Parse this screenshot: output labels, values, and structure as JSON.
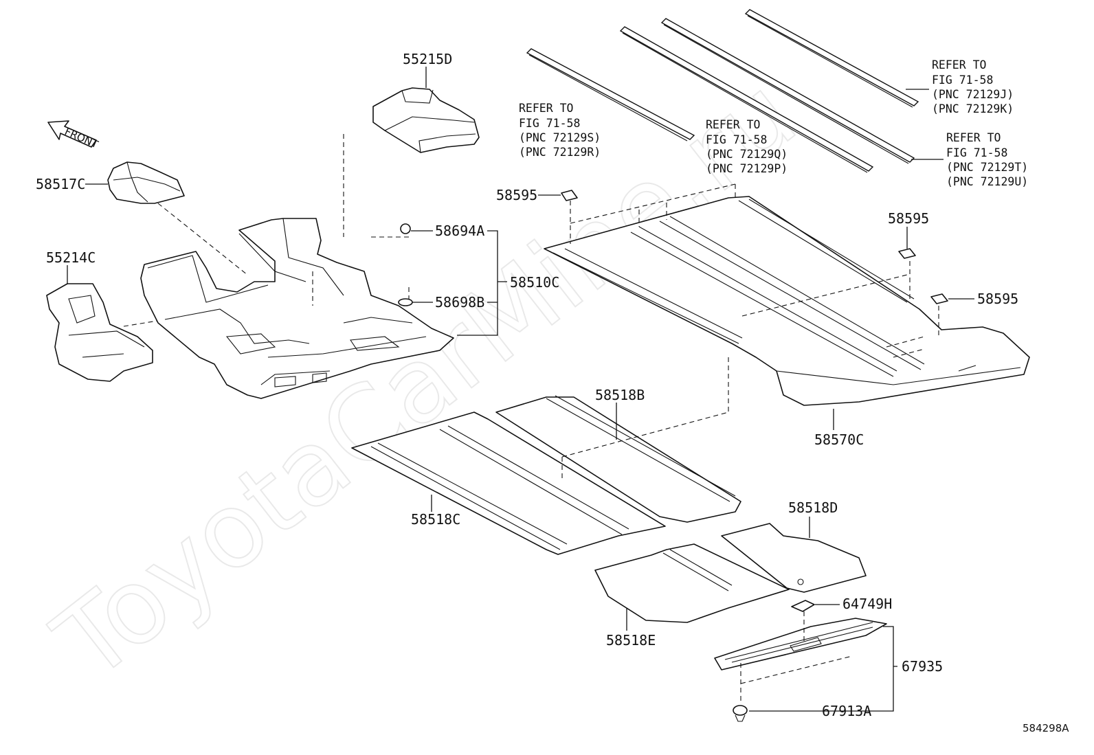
{
  "watermark": "ToyotaCarMine.ru",
  "front_label": "FRONT",
  "figure_id": "584298A",
  "parts": {
    "p55215D": "55215D",
    "p58517C": "58517C",
    "p55214C": "55214C",
    "p58694A": "58694A",
    "p58698B": "58698B",
    "p58510C": "58510C",
    "p58595_a": "58595",
    "p58595_b": "58595",
    "p58595_c": "58595",
    "p58570C": "58570C",
    "p58518B": "58518B",
    "p58518C": "58518C",
    "p58518D": "58518D",
    "p58518E": "58518E",
    "p64749H": "64749H",
    "p67935": "67935",
    "p67913A": "67913A"
  },
  "references": {
    "ref1": [
      "REFER TO",
      "FIG 71-58",
      "(PNC 72129S)",
      "(PNC 72129R)"
    ],
    "ref2": [
      "REFER TO",
      "FIG 71-58",
      "(PNC 72129Q)",
      "(PNC 72129P)"
    ],
    "ref3": [
      "REFER TO",
      "FIG 71-58",
      "(PNC 72129J)",
      "(PNC 72129K)"
    ],
    "ref4": [
      "REFER TO",
      "FIG 71-58",
      "(PNC 72129T)",
      "(PNC 72129U)"
    ]
  }
}
